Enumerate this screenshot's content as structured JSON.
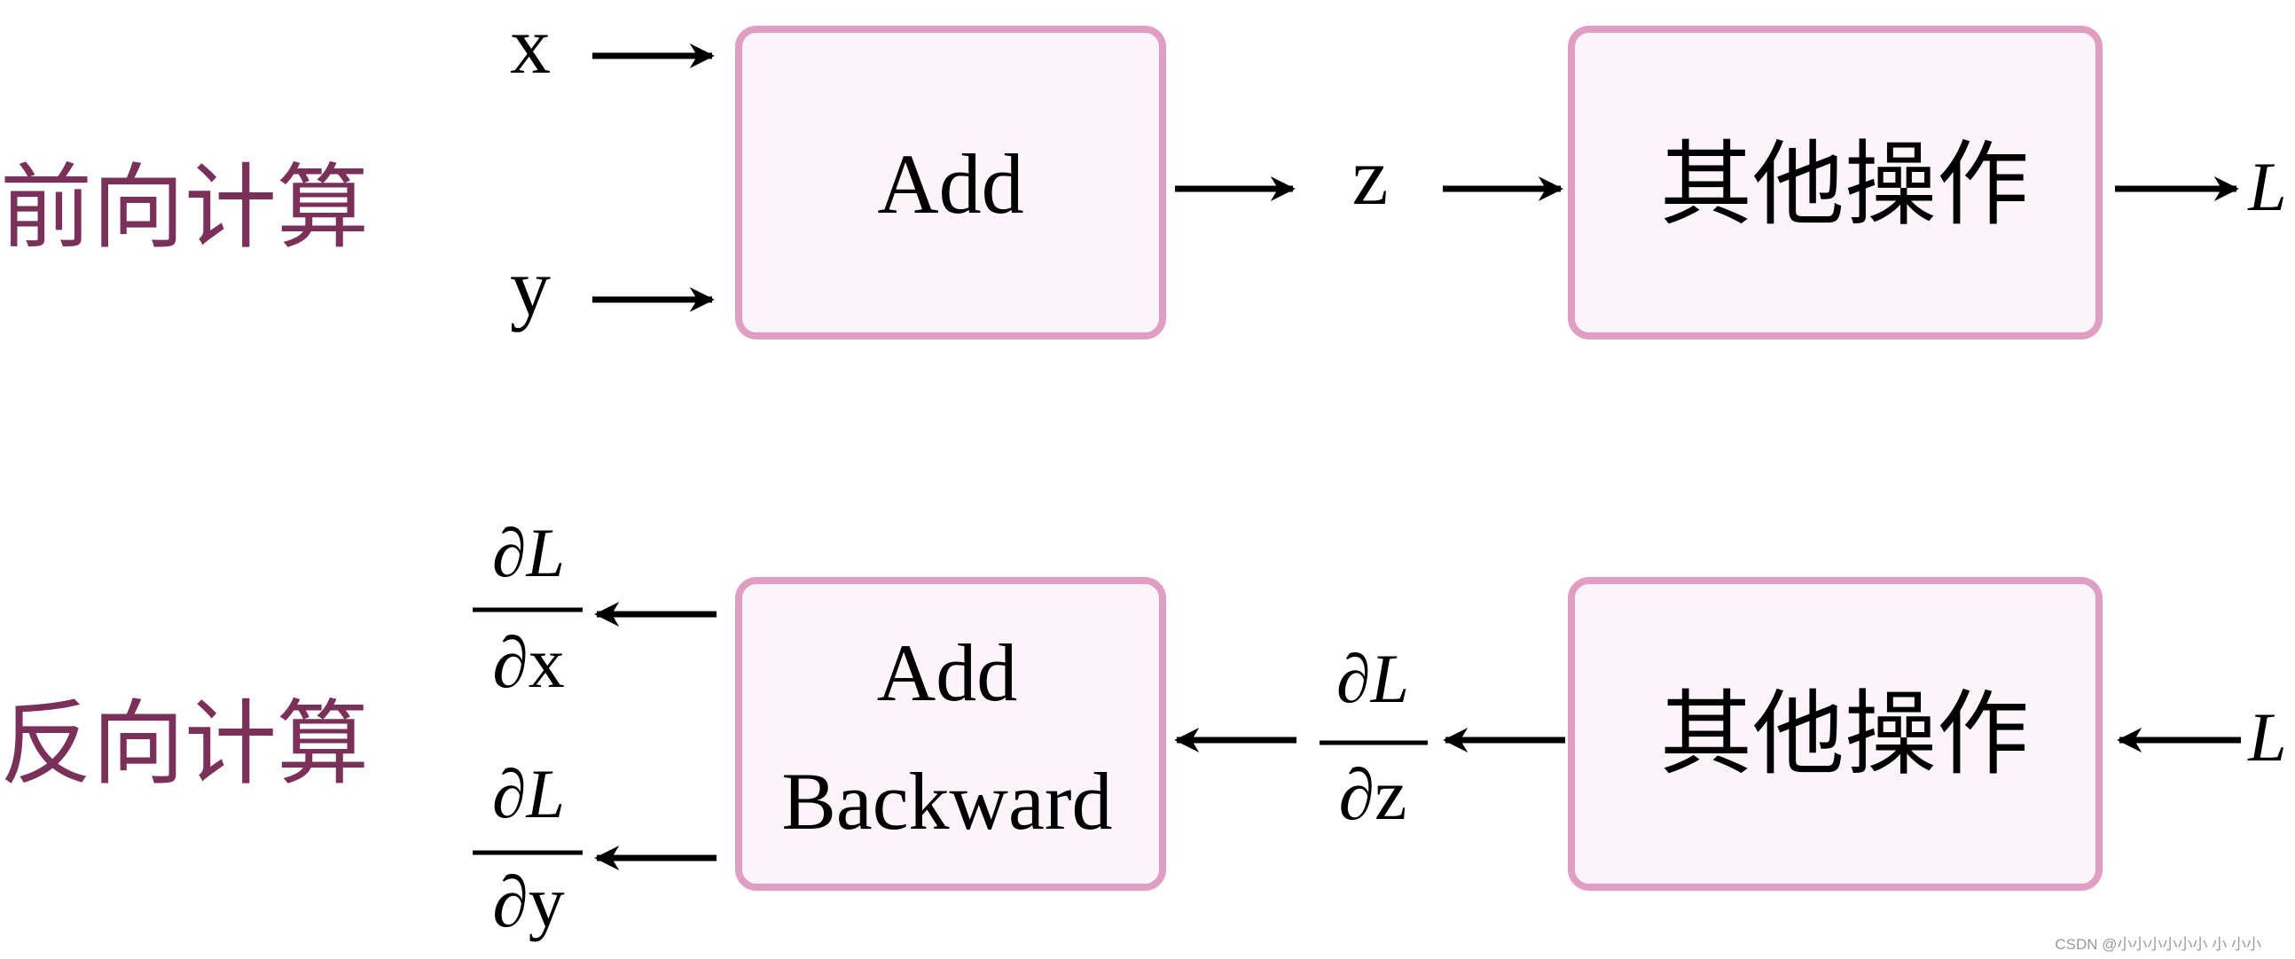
{
  "colors": {
    "background": "#ffffff",
    "box_fill": "#fbf4f9",
    "box_stroke": "#e19ec3",
    "label": "#7a3058",
    "ink": "#000000"
  },
  "forward": {
    "row_label": "前向计算",
    "input_x": "x",
    "input_y": "y",
    "add_box": "Add",
    "output_z": "z",
    "other_box": "其他操作",
    "loss": "L"
  },
  "backward": {
    "row_label": "反向计算",
    "grad_x": {
      "num": "∂L",
      "den": "∂x"
    },
    "grad_y": {
      "num": "∂L",
      "den": "∂y"
    },
    "add_box_line1": "Add",
    "add_box_line2": "Backward",
    "grad_z": {
      "num": "∂L",
      "den": "∂z"
    },
    "other_box": "其他操作",
    "loss": "L"
  },
  "watermark": "CSDN @小小小小小小 小 小小"
}
